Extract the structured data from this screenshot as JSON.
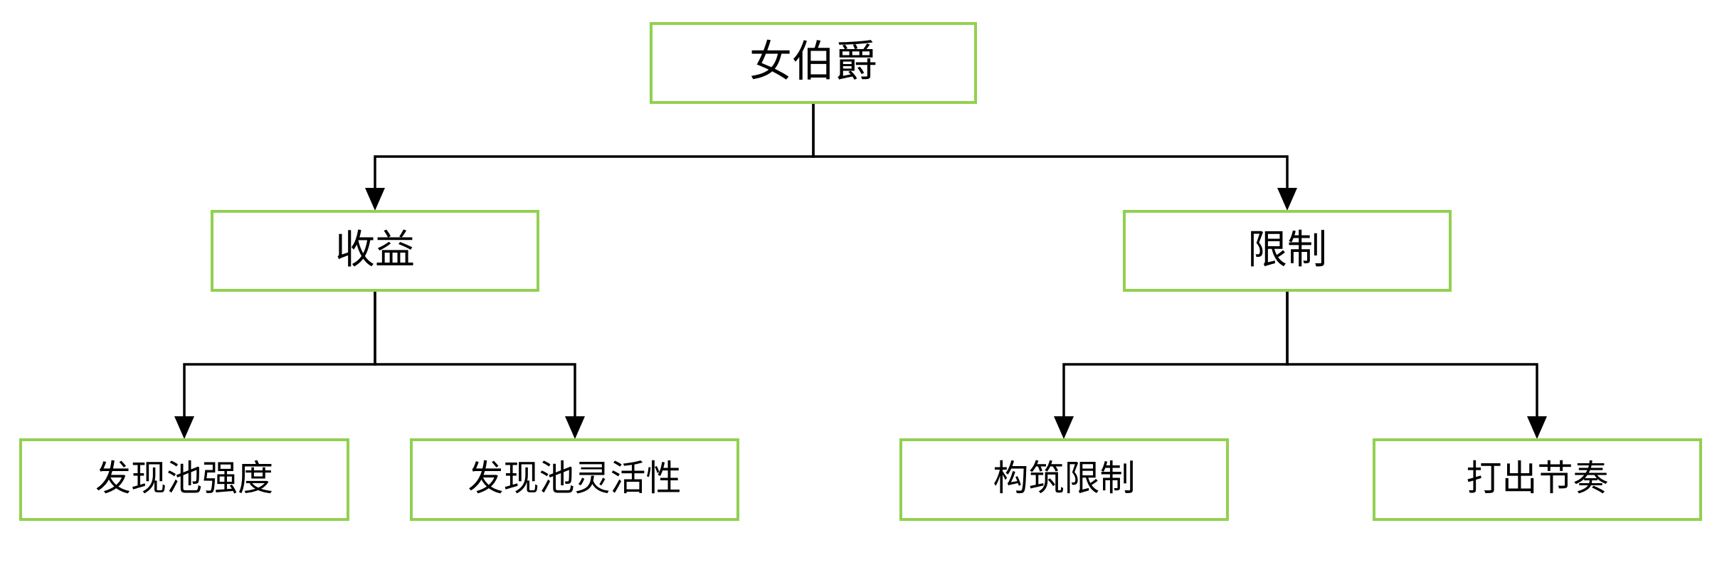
{
  "diagram": {
    "type": "tree",
    "background_color": "#ffffff",
    "node_border_color": "#92d050",
    "node_fill_color": "#ffffff",
    "connector_color": "#000000",
    "text_color": "#000000",
    "nodes": {
      "root": {
        "label": "女伯爵",
        "level": 0
      },
      "benefits": {
        "label": "收益",
        "level": 1,
        "parent": "女伯爵"
      },
      "limits": {
        "label": "限制",
        "level": 1,
        "parent": "女伯爵"
      },
      "pool_strength": {
        "label": "发现池强度",
        "level": 2,
        "parent": "收益"
      },
      "pool_flexibility": {
        "label": "发现池灵活性",
        "level": 2,
        "parent": "收益"
      },
      "deckbuilding_limit": {
        "label": "构筑限制",
        "level": 2,
        "parent": "限制"
      },
      "play_tempo": {
        "label": "打出节奏",
        "level": 2,
        "parent": "限制"
      }
    },
    "edges": [
      {
        "from": "女伯爵",
        "to": "收益"
      },
      {
        "from": "女伯爵",
        "to": "限制"
      },
      {
        "from": "收益",
        "to": "发现池强度"
      },
      {
        "from": "收益",
        "to": "发现池灵活性"
      },
      {
        "from": "限制",
        "to": "构筑限制"
      },
      {
        "from": "限制",
        "to": "打出节奏"
      }
    ]
  }
}
